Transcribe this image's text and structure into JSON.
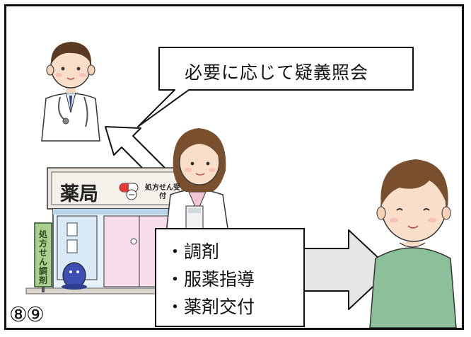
{
  "speech_bubble": {
    "text": "必要に応じて疑義照会"
  },
  "pharmacy": {
    "sign_title": "薬局",
    "sign_subtitle": "処方せん受付",
    "vertical_sign": "処方せん調剤"
  },
  "tasks": {
    "items": [
      {
        "label": "調剤"
      },
      {
        "label": "服薬指導"
      },
      {
        "label": "薬剤交付"
      }
    ]
  },
  "panel_number": "⑧⑨",
  "colors": {
    "frame": "#111111",
    "arrow_fill_light": "#ffffff",
    "arrow_fill_gray": "#e6e6e6",
    "doctor_coat": "#ffffff",
    "doctor_hair": "#5a3a22",
    "pharmacist_hair": "#7a4f2d",
    "patient_shirt": "#8cc09a",
    "pharmacy_roof": "#e9e4de",
    "pharmacy_wall": "#e8f2fb",
    "pharmacy_door": "#f6dce8",
    "vertical_sign": "#a9d08e"
  }
}
